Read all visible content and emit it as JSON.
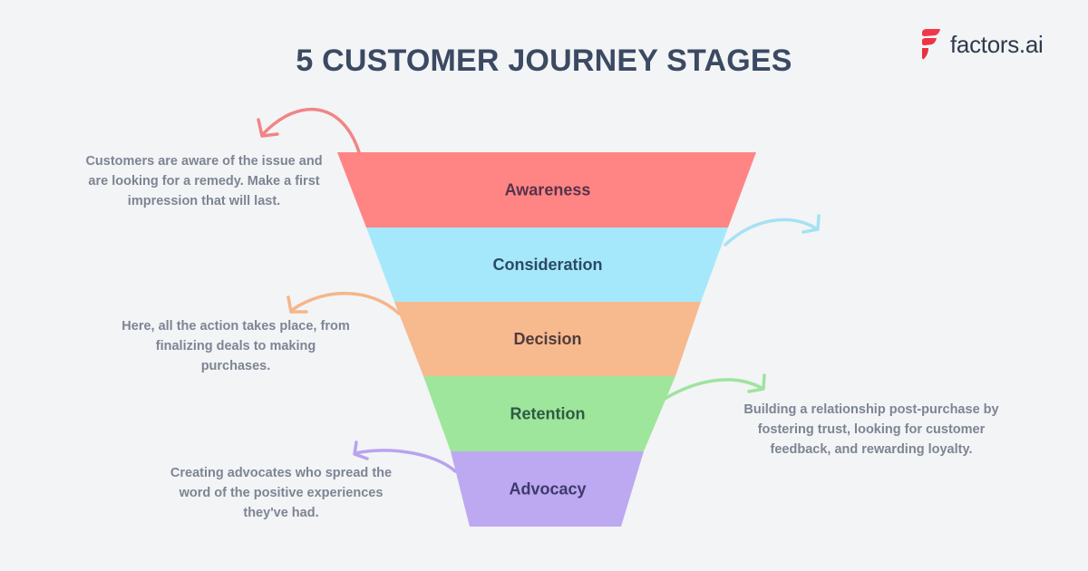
{
  "header": {
    "title": "5 CUSTOMER JOURNEY STAGES",
    "brand": {
      "name": "factors.ai",
      "logo_icon": "factors-logo-icon",
      "color": "#f0384a"
    }
  },
  "stages": [
    {
      "label": "Awareness",
      "fill": "#ff8585",
      "text_color": "#56334a",
      "description": "Customers are aware of the issue and are looking for a remedy. Make a first impression that will last.",
      "arrow": {
        "direction": "left",
        "color": "#f08585",
        "icon": "curved-arrow-left-icon"
      }
    },
    {
      "label": "Consideration",
      "fill": "#a6e8fb",
      "text_color": "#2a4a66",
      "description": "",
      "arrow": {
        "direction": "right",
        "color": "#a6e1f3",
        "icon": "curved-arrow-right-icon"
      }
    },
    {
      "label": "Decision",
      "fill": "#f7b98e",
      "text_color": "#4f3c3c",
      "description": "Here, all the action takes place, from finalizing deals to making purchases.",
      "arrow": {
        "direction": "left",
        "color": "#f4b68a",
        "icon": "curved-arrow-left-icon"
      }
    },
    {
      "label": "Retention",
      "fill": "#9ee69b",
      "text_color": "#2f5a44",
      "description": "Building a relationship post-purchase by fostering trust, looking for customer feedback, and rewarding loyalty.",
      "arrow": {
        "direction": "right",
        "color": "#9fe3a0",
        "icon": "curved-arrow-right-icon"
      }
    },
    {
      "label": "Advocacy",
      "fill": "#bda8f2",
      "text_color": "#3d3a6a",
      "description": "Creating advocates who spread the word of the positive experiences they've had.",
      "arrow": {
        "direction": "left",
        "color": "#b9a3ee",
        "icon": "curved-arrow-left-icon"
      }
    }
  ],
  "colors": {
    "background": "#f3f4f6",
    "title": "#3b4a62",
    "description_text": "#7d8593"
  }
}
